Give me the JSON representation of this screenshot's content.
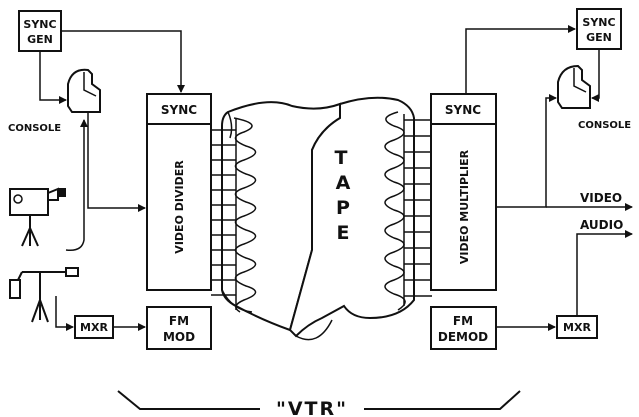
{
  "labels": {
    "sync_gen_left_1": "SYNC",
    "sync_gen_left_2": "GEN",
    "sync_gen_right_1": "SYNC",
    "sync_gen_right_2": "GEN",
    "console_left": "CONSOLE",
    "console_right": "CONSOLE",
    "sync_left": "SYNC",
    "sync_right": "SYNC",
    "video_divider": "VIDEO DIVIDER",
    "video_multiplier": "VIDEO MULTIPLIER",
    "tape": [
      "T",
      "A",
      "P",
      "E"
    ],
    "fm_mod_1": "FM",
    "fm_mod_2": "MOD",
    "fm_demod_1": "FM",
    "fm_demod_2": "DEMOD",
    "mxr_left": "MXR",
    "mxr_right": "MXR",
    "video_out": "VIDEO",
    "audio_out": "AUDIO",
    "vtr": "\"VTR\""
  },
  "icons": {
    "camera": "tv-camera-icon",
    "microphone": "microphone-icon",
    "console": "console-monitor-icon"
  },
  "colors": {
    "ink": "#111111",
    "paper": "#ffffff"
  }
}
